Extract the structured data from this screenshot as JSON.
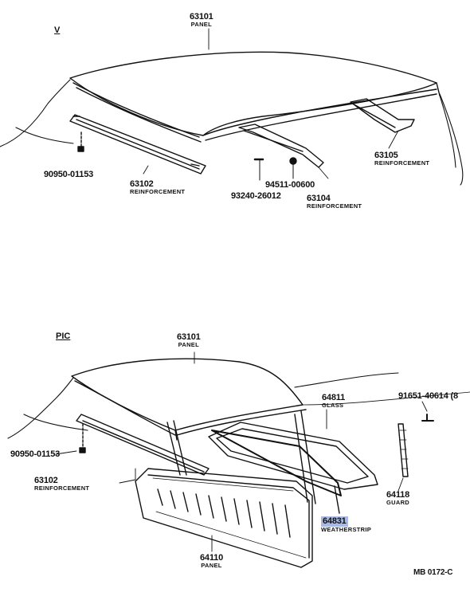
{
  "sections": [
    {
      "label": "V"
    },
    {
      "label": "PIC"
    }
  ],
  "parts_v": [
    {
      "num": "63101",
      "name": "PANEL"
    },
    {
      "num": "63102",
      "name": "REINFORCEMENT"
    },
    {
      "num": "90950-01153",
      "name": ""
    },
    {
      "num": "93240-26012",
      "name": ""
    },
    {
      "num": "94511-00600",
      "name": ""
    },
    {
      "num": "63104",
      "name": "REINFORCEMENT"
    },
    {
      "num": "63105",
      "name": "REINFORCEMENT"
    }
  ],
  "parts_pic": [
    {
      "num": "63101",
      "name": "PANEL"
    },
    {
      "num": "64811",
      "name": "GLASS"
    },
    {
      "num": "91651-40614 (8",
      "name": ""
    },
    {
      "num": "90950-01153",
      "name": ""
    },
    {
      "num": "63102",
      "name": "REINFORCEMENT"
    },
    {
      "num": "64118",
      "name": "GUARD"
    },
    {
      "num": "64831",
      "name": "WEATHERSTRIP",
      "highlight": "#a9b9e6"
    },
    {
      "num": "64110",
      "name": "PANEL"
    }
  ],
  "diagram_code": "MB 0172-C"
}
